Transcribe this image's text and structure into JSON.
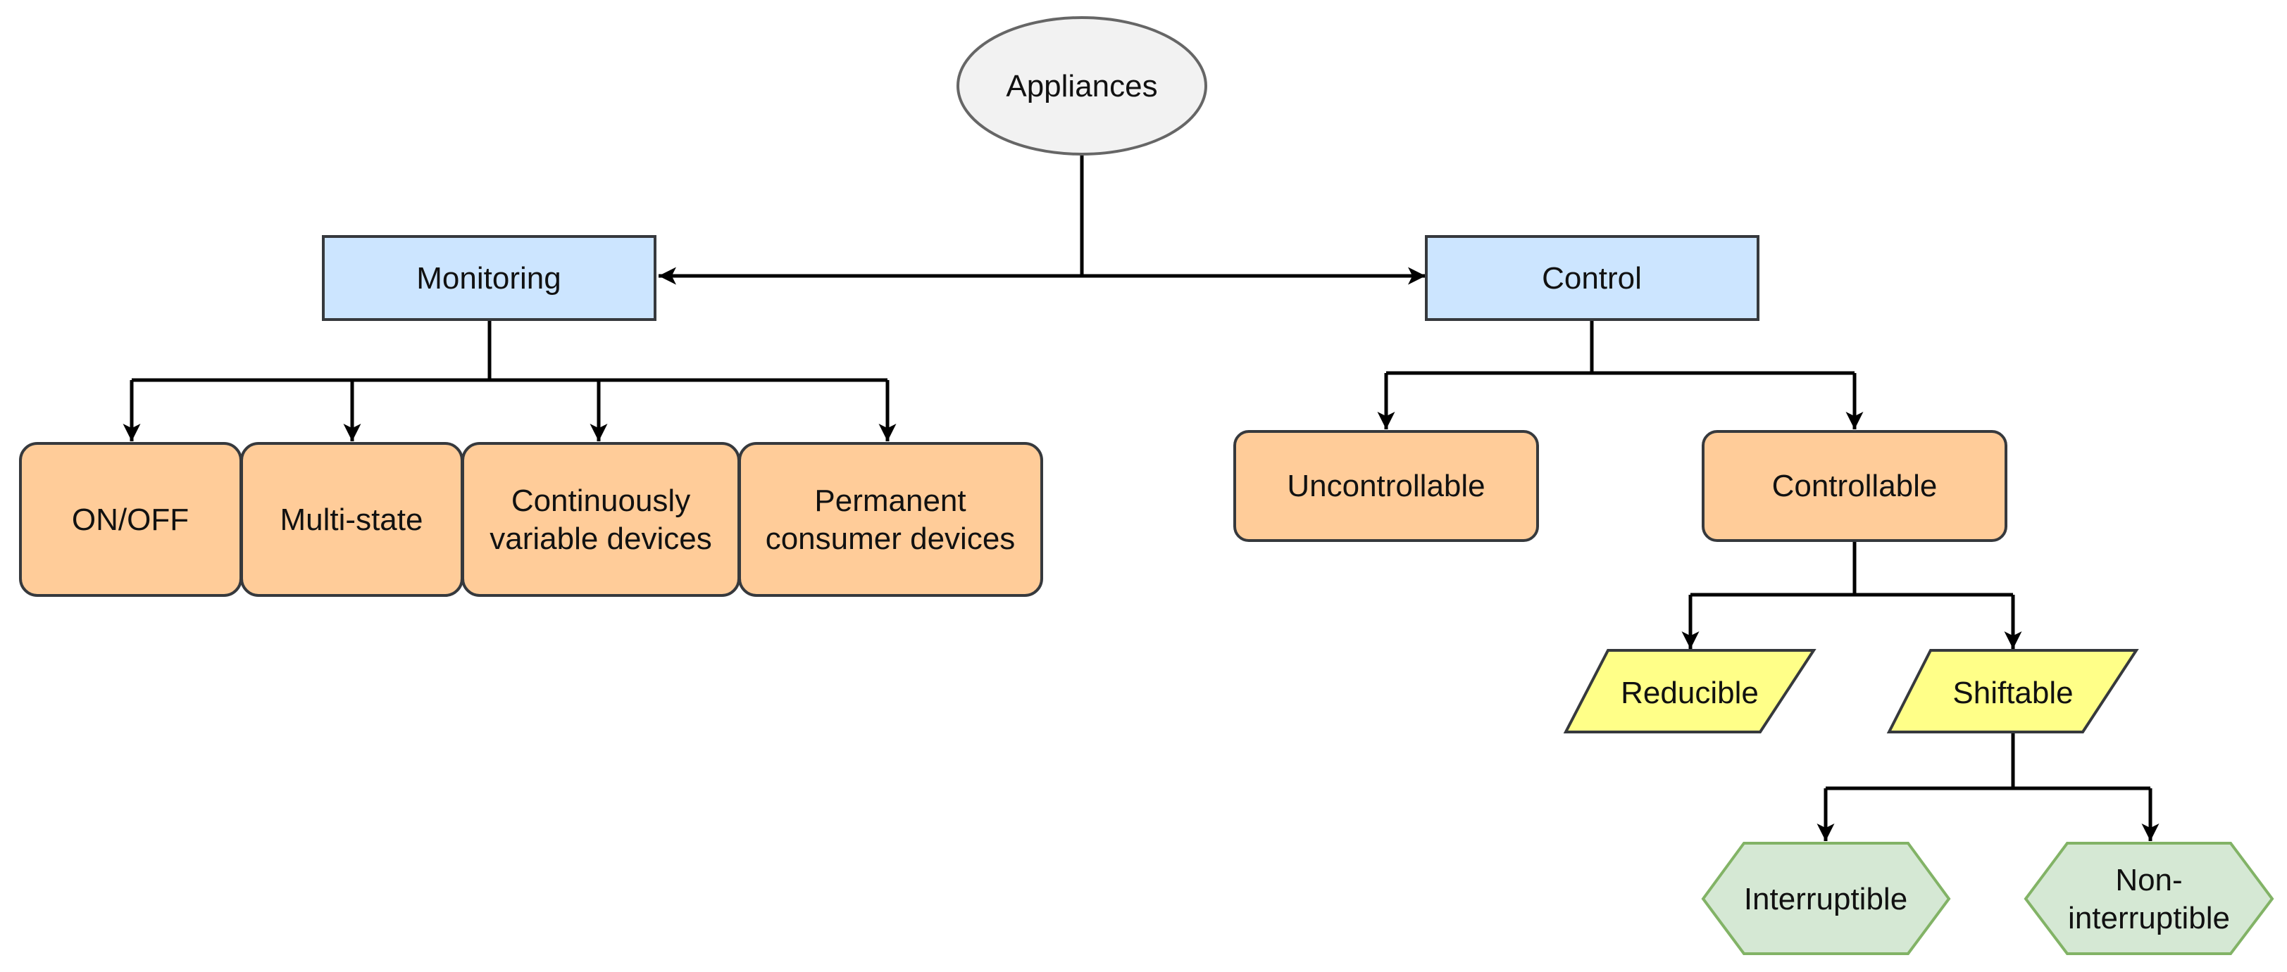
{
  "diagram": {
    "colors": {
      "root_fill": "#f2f2f2",
      "root_stroke": "#666666",
      "branch_fill": "#cce5ff",
      "branch_stroke": "#36393d",
      "category_fill": "#ffcc99",
      "category_stroke": "#36393d",
      "para_fill": "#ffff88",
      "para_stroke": "#36393d",
      "hex_fill": "#d5e8d4",
      "hex_stroke": "#82b366",
      "edge": "#000000"
    },
    "nodes": {
      "appliances": {
        "lines": [
          "Appliances"
        ]
      },
      "monitoring": {
        "lines": [
          "Monitoring"
        ]
      },
      "control": {
        "lines": [
          "Control"
        ]
      },
      "on_off": {
        "lines": [
          "ON/OFF"
        ]
      },
      "multi_state": {
        "lines": [
          "Multi-state"
        ]
      },
      "continuously_variable": {
        "lines": [
          "Continuously",
          "variable devices"
        ]
      },
      "permanent_consumer": {
        "lines": [
          "Permanent",
          "consumer devices"
        ]
      },
      "uncontrollable": {
        "lines": [
          "Uncontrollable"
        ]
      },
      "controllable": {
        "lines": [
          "Controllable"
        ]
      },
      "reducible": {
        "lines": [
          "Reducible"
        ]
      },
      "shiftable": {
        "lines": [
          "Shiftable"
        ]
      },
      "interruptible": {
        "lines": [
          "Interruptible"
        ]
      },
      "non_interruptible": {
        "lines": [
          "Non-",
          "interruptible"
        ]
      }
    }
  }
}
